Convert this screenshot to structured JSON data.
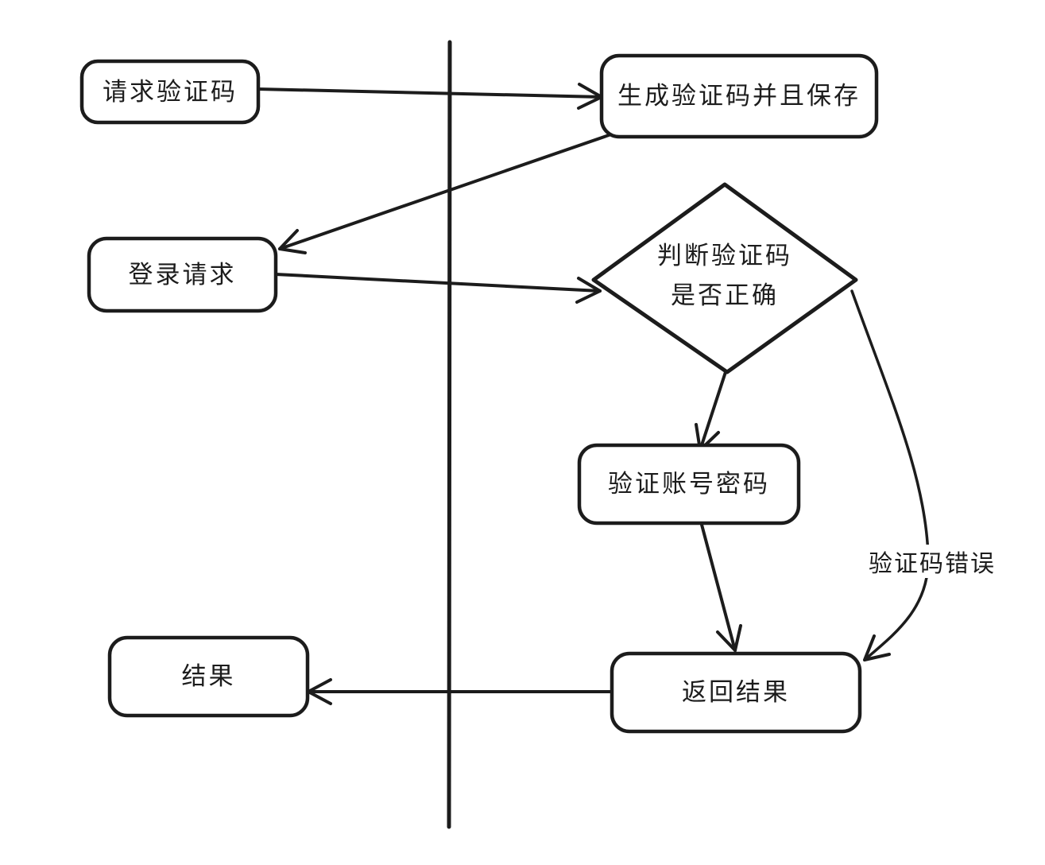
{
  "diagram": {
    "type": "flowchart",
    "style": "hand-drawn",
    "colors": {
      "background": "#ffffff",
      "stroke": "#1c1c1c",
      "text": "#1c1c1c"
    },
    "nodes": {
      "request_captcha": {
        "label": "请求验证码",
        "shape": "rounded-rect"
      },
      "generate_captcha": {
        "label": "生成验证码并且保存",
        "shape": "rounded-rect"
      },
      "login_request": {
        "label": "登录请求",
        "shape": "rounded-rect"
      },
      "check_captcha": {
        "label": "判断验证码\n是否正确",
        "shape": "diamond"
      },
      "verify_account": {
        "label": "验证账号密码",
        "shape": "rounded-rect"
      },
      "return_result": {
        "label": "返回结果",
        "shape": "rounded-rect"
      },
      "result": {
        "label": "结果",
        "shape": "rounded-rect"
      }
    },
    "edges": {
      "request_to_generate": {
        "from": "request_captcha",
        "to": "generate_captcha",
        "label": ""
      },
      "generate_to_login": {
        "from": "generate_captcha",
        "to": "login_request",
        "label": ""
      },
      "login_to_check": {
        "from": "login_request",
        "to": "check_captcha",
        "label": ""
      },
      "check_to_verify": {
        "from": "check_captcha",
        "to": "verify_account",
        "label": ""
      },
      "verify_to_return": {
        "from": "verify_account",
        "to": "return_result",
        "label": ""
      },
      "check_to_return_error": {
        "from": "check_captcha",
        "to": "return_result",
        "label": "验证码错误"
      },
      "return_to_result": {
        "from": "return_result",
        "to": "result",
        "label": ""
      }
    },
    "separator": {
      "kind": "vertical-lifeline"
    }
  }
}
